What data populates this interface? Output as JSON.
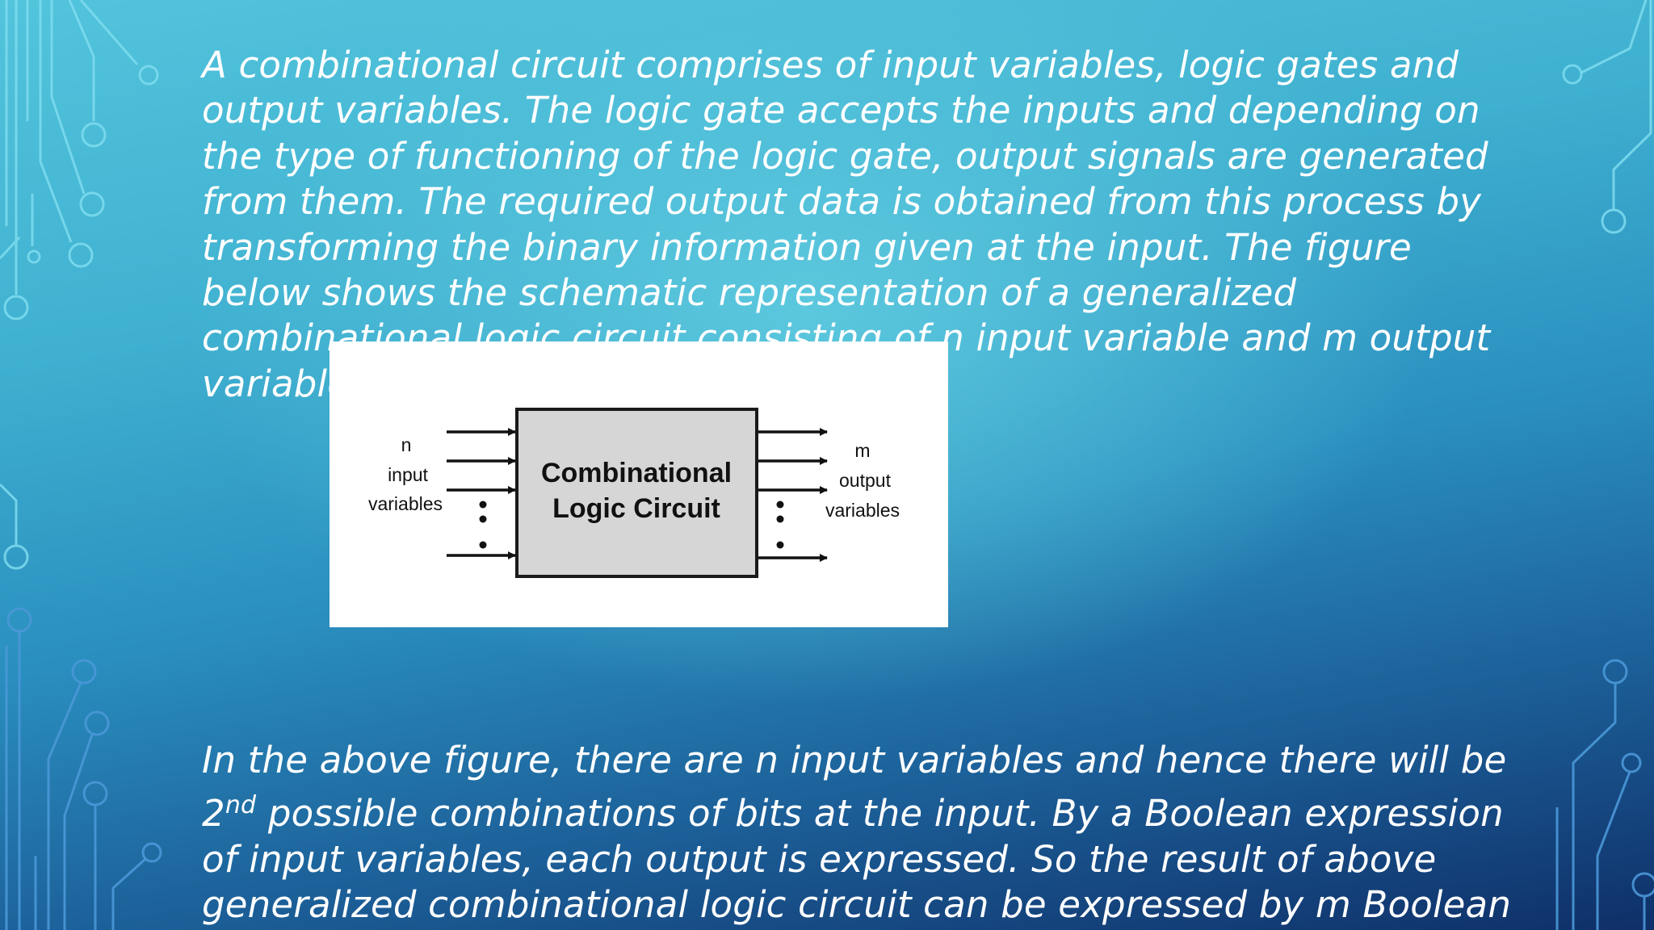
{
  "slide": {
    "paragraph_1": "A combinational circuit comprises of input variables, logic gates and output variables. The logic gate accepts the inputs and depending on the type of functioning of the logic gate, output signals are generated from them. The required output data is obtained from this process by transforming the binary information given at the input. The figure below shows the schematic representation of a generalized combinational logic circuit consisting of n input variable and m output variables.",
    "paragraph_2_before_sup": "In the above figure, there are n input variables and hence there will be 2",
    "paragraph_2_sup": "nd",
    "paragraph_2_after_sup": " possible combinations of bits at the input. By a Boolean expression of input variables, each output is expressed. So the result of above generalized combinational logic circuit can be expressed by m Boolean"
  },
  "figure": {
    "block_line_1": "Combinational",
    "block_line_2": "Logic Circuit",
    "input_label": [
      "n",
      "input",
      "variables"
    ],
    "output_label": [
      "m",
      "output",
      "variables"
    ]
  },
  "colors": {
    "text": "#ffffff",
    "circuit_lines": "#7fdcef",
    "circuit_lines_dark": "#4a98d8",
    "block_fill": "#d6d6d6",
    "block_border": "#1a1a1a"
  },
  "icons": [
    "circuit-trace-decoration"
  ]
}
